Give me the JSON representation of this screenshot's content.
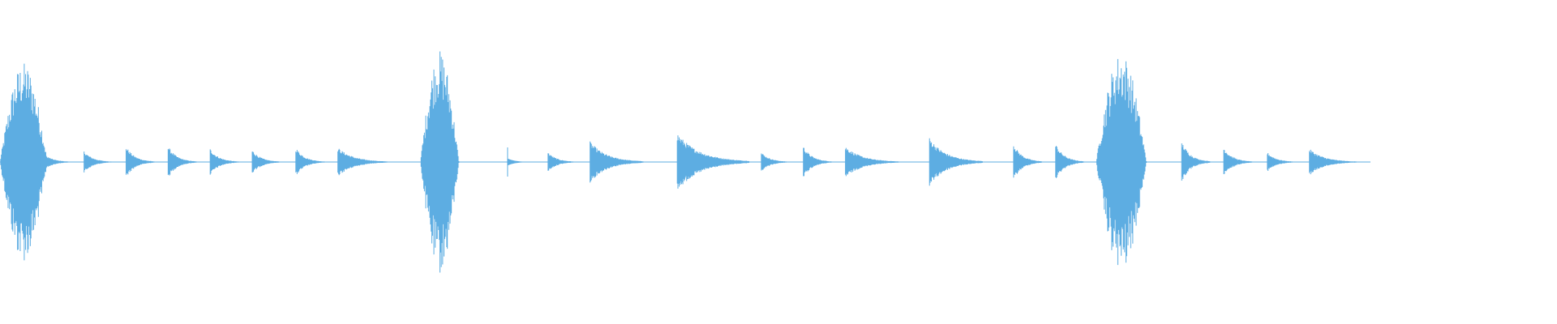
{
  "waveform": {
    "color": "#5dade2",
    "events": [
      {
        "kind": "burst",
        "t": 0.0,
        "amp": 0.82,
        "len": 0.032
      },
      {
        "kind": "hit",
        "t": 0.026,
        "amp": 0.1,
        "len": 0.018
      },
      {
        "kind": "hit",
        "t": 0.054,
        "amp": 0.09,
        "len": 0.018
      },
      {
        "kind": "hit",
        "t": 0.081,
        "amp": 0.13,
        "len": 0.018
      },
      {
        "kind": "hit",
        "t": 0.108,
        "amp": 0.13,
        "len": 0.018
      },
      {
        "kind": "hit",
        "t": 0.135,
        "amp": 0.11,
        "len": 0.018
      },
      {
        "kind": "hit",
        "t": 0.162,
        "amp": 0.1,
        "len": 0.018
      },
      {
        "kind": "hit",
        "t": 0.19,
        "amp": 0.12,
        "len": 0.018
      },
      {
        "kind": "hit",
        "t": 0.217,
        "amp": 0.12,
        "len": 0.032
      },
      {
        "kind": "burst",
        "t": 0.27,
        "amp": 0.92,
        "len": 0.026
      },
      {
        "kind": "click",
        "t": 0.326,
        "amp": 0.12,
        "len": 0.026
      },
      {
        "kind": "hit",
        "t": 0.352,
        "amp": 0.08,
        "len": 0.018
      },
      {
        "kind": "hit",
        "t": 0.379,
        "amp": 0.17,
        "len": 0.034
      },
      {
        "kind": "hit",
        "t": 0.435,
        "amp": 0.24,
        "len": 0.046
      },
      {
        "kind": "hit",
        "t": 0.489,
        "amp": 0.08,
        "len": 0.018
      },
      {
        "kind": "hit",
        "t": 0.516,
        "amp": 0.13,
        "len": 0.018
      },
      {
        "kind": "hit",
        "t": 0.543,
        "amp": 0.13,
        "len": 0.034
      },
      {
        "kind": "hit",
        "t": 0.597,
        "amp": 0.2,
        "len": 0.034
      },
      {
        "kind": "hit",
        "t": 0.651,
        "amp": 0.15,
        "len": 0.018
      },
      {
        "kind": "hit",
        "t": 0.678,
        "amp": 0.15,
        "len": 0.018
      },
      {
        "kind": "burst",
        "t": 0.704,
        "amp": 0.9,
        "len": 0.034
      },
      {
        "kind": "hit",
        "t": 0.759,
        "amp": 0.17,
        "len": 0.018
      },
      {
        "kind": "hit",
        "t": 0.786,
        "amp": 0.12,
        "len": 0.018
      },
      {
        "kind": "hit",
        "t": 0.814,
        "amp": 0.08,
        "len": 0.018
      },
      {
        "kind": "hit",
        "t": 0.841,
        "amp": 0.11,
        "len": 0.03
      }
    ]
  }
}
